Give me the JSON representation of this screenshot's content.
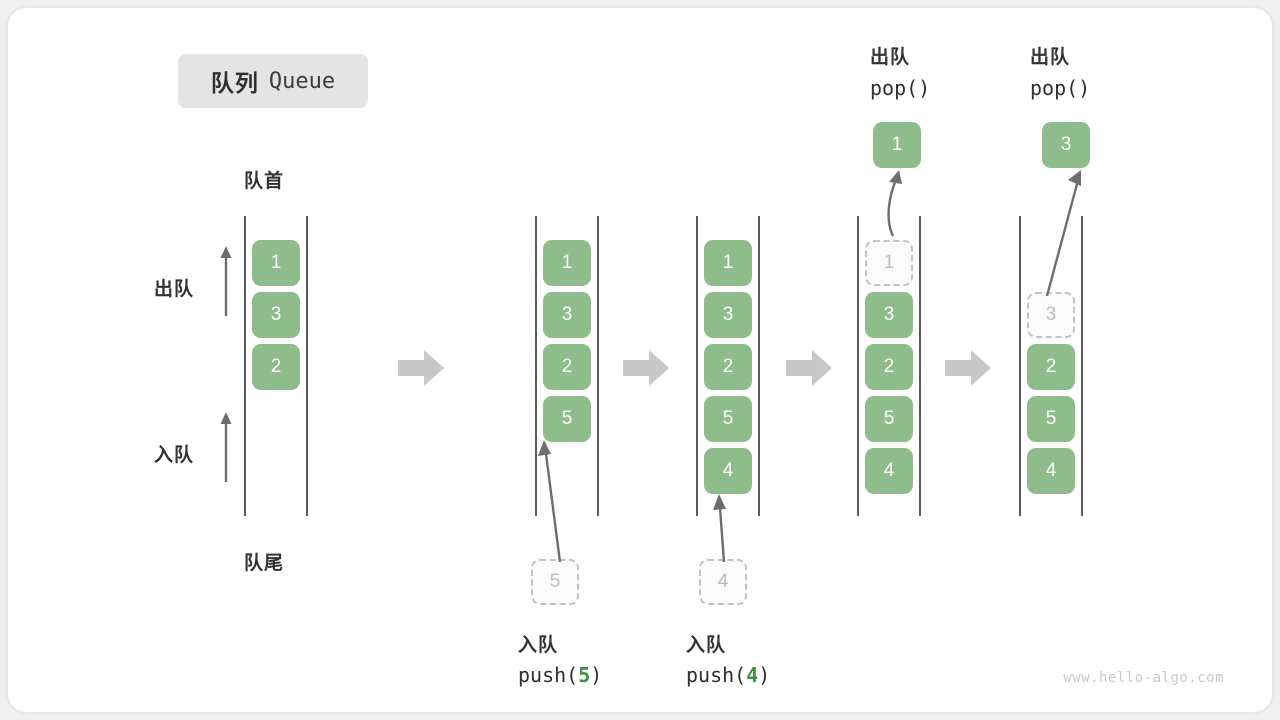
{
  "diagram": {
    "title_cn": "队列",
    "title_en": "Queue",
    "head_label": "队首",
    "tail_label": "队尾",
    "dequeue_label": "出队",
    "enqueue_label": "入队",
    "watermark": "www.hello-algo.com"
  },
  "colors": {
    "element_fill": "#8ebc8b",
    "element_text": "#ffffff",
    "ghost_border": "#c2c2c2",
    "ghost_text": "#bdbdbd",
    "rail": "#5a5a5a",
    "step_arrow": "#c8c8c8",
    "thin_arrow": "#6e6e6e",
    "accent_number": "#3f9142",
    "badge_bg": "#e4e4e4"
  },
  "steps": [
    {
      "id": "initial",
      "cells": [
        {
          "value": "1",
          "state": "filled"
        },
        {
          "value": "3",
          "state": "filled"
        },
        {
          "value": "2",
          "state": "filled"
        }
      ],
      "side_labels": {
        "top": "出队",
        "bottom": "入队"
      },
      "head_label": "队首",
      "tail_label": "队尾"
    },
    {
      "id": "push-5",
      "cells": [
        {
          "value": "1",
          "state": "filled"
        },
        {
          "value": "3",
          "state": "filled"
        },
        {
          "value": "2",
          "state": "filled"
        },
        {
          "value": "5",
          "state": "filled"
        }
      ],
      "incoming": {
        "value": "5",
        "state": "ghost"
      },
      "caption_cn": "入队",
      "caption_code_prefix": "push(",
      "caption_code_value": "5",
      "caption_code_suffix": ")"
    },
    {
      "id": "push-4",
      "cells": [
        {
          "value": "1",
          "state": "filled"
        },
        {
          "value": "3",
          "state": "filled"
        },
        {
          "value": "2",
          "state": "filled"
        },
        {
          "value": "5",
          "state": "filled"
        },
        {
          "value": "4",
          "state": "filled"
        }
      ],
      "incoming": {
        "value": "4",
        "state": "ghost"
      },
      "caption_cn": "入队",
      "caption_code_prefix": "push(",
      "caption_code_value": "4",
      "caption_code_suffix": ")"
    },
    {
      "id": "pop-1",
      "cells": [
        {
          "value": "1",
          "state": "ghost"
        },
        {
          "value": "3",
          "state": "filled"
        },
        {
          "value": "2",
          "state": "filled"
        },
        {
          "value": "5",
          "state": "filled"
        },
        {
          "value": "4",
          "state": "filled"
        }
      ],
      "popped": {
        "value": "1",
        "state": "pop"
      },
      "caption_cn": "出队",
      "caption_code": "pop()"
    },
    {
      "id": "pop-3",
      "cells": [
        {
          "value": "",
          "state": "empty"
        },
        {
          "value": "3",
          "state": "ghost"
        },
        {
          "value": "2",
          "state": "filled"
        },
        {
          "value": "5",
          "state": "filled"
        },
        {
          "value": "4",
          "state": "filled"
        }
      ],
      "popped": {
        "value": "3",
        "state": "pop"
      },
      "caption_cn": "出队",
      "caption_code": "pop()"
    }
  ]
}
